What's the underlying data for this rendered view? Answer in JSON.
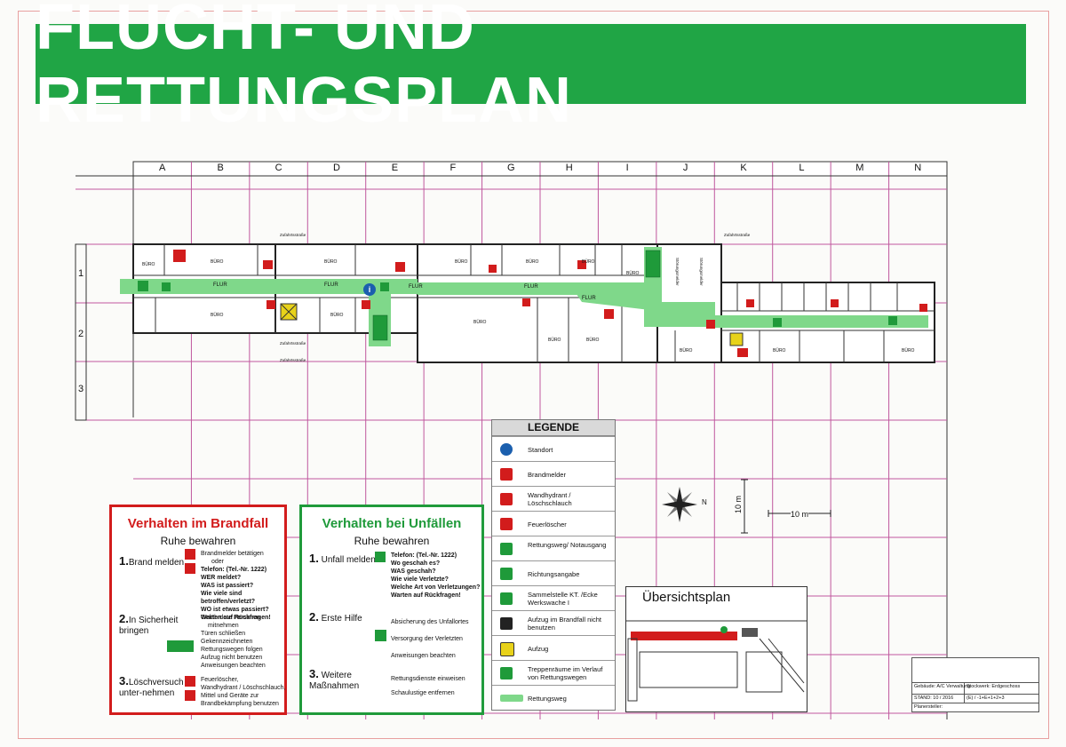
{
  "title": "FLUCHT- UND RETTUNGSPLAN",
  "grid": {
    "columns": [
      "A",
      "B",
      "C",
      "D",
      "E",
      "F",
      "G",
      "H",
      "I",
      "J",
      "K",
      "L",
      "M",
      "N"
    ],
    "rows": [
      "1",
      "2",
      "3"
    ]
  },
  "floor_plan": {
    "room_label": "BÜRO",
    "corridor_label": "FLUR",
    "labels_misc": [
      "Zufahrtsstraße",
      "Zufahrtsstraße",
      "Zufahrtsstraße",
      "Zufahrtsstraße",
      "Störungsmelder",
      "Störungsmelder"
    ]
  },
  "scale": {
    "horizontal": "10 m",
    "vertical": "10 m"
  },
  "compass": {
    "north": "N"
  },
  "brandfall": {
    "title": "Verhalten im Brandfall",
    "subtitle": "Ruhe bewahren",
    "step1_num": "1.",
    "step1_label": "Brand melden",
    "step1_text": [
      "Brandmelder betätigen",
      "oder",
      "Telefon: (Tel.-Nr. 1222)",
      "WER meldet?",
      "WAS ist passiert?",
      "Wie viele sind betroffen/verletzt?",
      "WO ist etwas passiert?",
      "Warten auf Rückfragen!"
    ],
    "step2_num": "2.",
    "step2_label": "In Sicherheit bringen",
    "step2_text": [
      "Gefährdete Personen",
      "mitnehmen",
      "Türen schließen",
      "Gekennzeichneten",
      "Rettungswegen folgen",
      "Aufzug nicht benutzen",
      "Anweisungen beachten"
    ],
    "step3_num": "3.",
    "step3_label": "Löschversuch unter-nehmen",
    "step3_text": [
      "Feuerlöscher,",
      "Wandhydrant / Löschschlauch,",
      "Mittel und Geräte zur",
      "Brandbekämpfung benutzen"
    ]
  },
  "unfall": {
    "title": "Verhalten bei Unfällen",
    "subtitle": "Ruhe bewahren",
    "step1_num": "1.",
    "step1_label": "Unfall melden",
    "step1_text": [
      "Telefon: (Tel.-Nr. 1222)",
      "Wo geschah es?",
      "WAS geschah?",
      "Wie viele Verletzte?",
      "Welche Art von Verletzungen?",
      "Warten auf Rückfragen!"
    ],
    "step2_num": "2.",
    "step2_label": "Erste Hilfe",
    "step2_text": [
      "Absicherung des Unfallortes",
      "Versorgung der Verletzten",
      "Anweisungen beachten"
    ],
    "step3_num": "3.",
    "step3_label": "Weitere Maßnahmen",
    "step3_text": [
      "Rettungsdienste einweisen",
      "Schaulustige entfernen"
    ]
  },
  "legend": {
    "title": "LEGENDE",
    "items": [
      {
        "label": "Standort",
        "icon": "standort-icon",
        "color": "#1b5fae"
      },
      {
        "label": "Brandmelder",
        "icon": "brandmelder-icon",
        "color": "#d21c1c"
      },
      {
        "label": "Wandhydrant / Löschschlauch",
        "icon": "wandhydrant-icon",
        "color": "#d21c1c"
      },
      {
        "label": "Feuerlöscher",
        "icon": "feuerloescher-icon",
        "color": "#d21c1c"
      },
      {
        "label": "Rettungsweg/ Notausgang",
        "icon": "notausgang-icon",
        "color": "#1f9a3a"
      },
      {
        "label": "Richtungsangabe",
        "icon": "richtungspfeil-icon",
        "color": "#1f9a3a"
      },
      {
        "label": "Sammelstelle KT. /Ecke Werkswache I",
        "icon": "sammelstelle-icon",
        "color": "#1f9a3a"
      },
      {
        "label": "Aufzug im Brandfall nicht benutzen",
        "icon": "aufzug-verbot-icon",
        "color": "#222222"
      },
      {
        "label": "Aufzug",
        "icon": "aufzug-icon",
        "color": "#e8d21a"
      },
      {
        "label": "Treppenräume im Verlauf von Rettungswegen",
        "icon": "treppenraum-icon",
        "color": "#1f9a3a"
      },
      {
        "label": "Rettungsweg",
        "icon": "rettungsweg-icon",
        "color": "#7fd88a"
      }
    ]
  },
  "overview": {
    "title": "Übersichtsplan"
  },
  "infoblock": {
    "building": "Gebäude: A/C Verwaltung",
    "floor": "Stockwerk: Erdgeschoss",
    "date": "STAND: 10 / 2016",
    "code": "(E) / -1+E+1+2+3",
    "creator": "Planersteller:"
  },
  "colors": {
    "banner": "#20a545",
    "grid_line": "#c0579e",
    "escape_route": "#7fd88a",
    "fire_red": "#d21c1c",
    "safety_green": "#1f9a3a"
  }
}
